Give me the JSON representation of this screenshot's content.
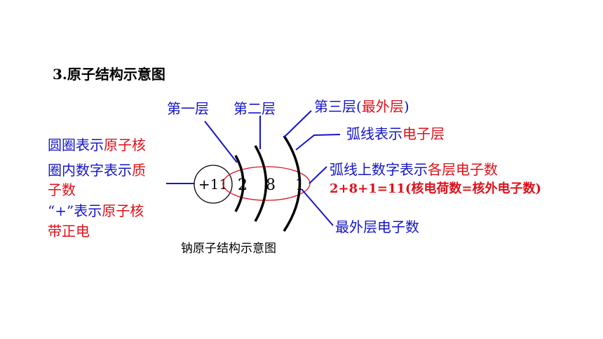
{
  "title": "3.原子结构示意图",
  "nucleus": {
    "label": "+11"
  },
  "shells": [
    "2",
    "8",
    "1"
  ],
  "caption": "钠原子结构示意图",
  "labels": {
    "layer1": "第一层",
    "layer2": "第二层",
    "layer3_prefix": "第三层(",
    "layer3_red": "最外层",
    "layer3_suffix": ")",
    "arc_prefix": "弧线表示",
    "arc_red": "电子层",
    "circle_prefix": "圆圈表示",
    "circle_red": "原子核",
    "inner_prefix": "圈内数字表示",
    "inner_red_1": "质",
    "inner_red_2": "子数",
    "plus_prefix": "“+”表示",
    "plus_red_1": "原子核",
    "plus_red_2": "带正电",
    "arcnum_prefix": "弧线上数字表示",
    "arcnum_red": "各层电子数",
    "formula": "2+8+1=11(核电荷数=核外电子数)",
    "outermost": "最外层电子数"
  },
  "colors": {
    "blue": "#1515c8",
    "red": "#e0101a",
    "black": "#000000"
  }
}
